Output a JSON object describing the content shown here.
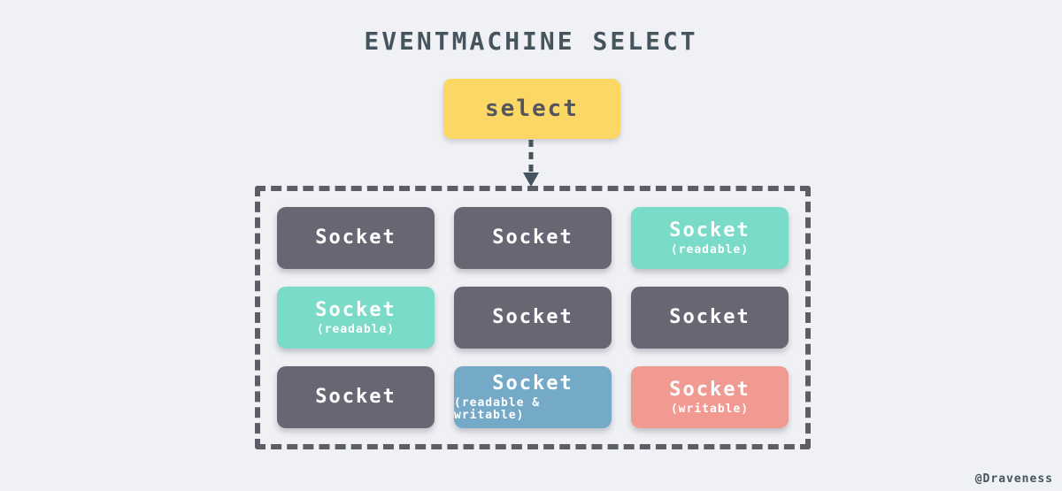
{
  "page": {
    "title": "EVENTMACHINE SELECT",
    "watermark": "@Draveness"
  },
  "select_box": {
    "label": "select"
  },
  "colors": {
    "background": "#eff1f4",
    "ink": "#46545e",
    "select_bg": "#fbd765",
    "select_text": "#55555e",
    "gray": "#696674",
    "teal": "#79dbc8",
    "blue": "#74a9c7",
    "red": "#f09a92",
    "border": "#5d5d68",
    "box_text": "#ffffff"
  },
  "sockets": [
    {
      "label": "Socket",
      "sublabel": "",
      "variant": "gray"
    },
    {
      "label": "Socket",
      "sublabel": "",
      "variant": "gray"
    },
    {
      "label": "Socket",
      "sublabel": "(readable)",
      "variant": "teal"
    },
    {
      "label": "Socket",
      "sublabel": "(readable)",
      "variant": "teal"
    },
    {
      "label": "Socket",
      "sublabel": "",
      "variant": "gray"
    },
    {
      "label": "Socket",
      "sublabel": "",
      "variant": "gray"
    },
    {
      "label": "Socket",
      "sublabel": "",
      "variant": "gray"
    },
    {
      "label": "Socket",
      "sublabel": "(readable & writable)",
      "variant": "blue"
    },
    {
      "label": "Socket",
      "sublabel": "(writable)",
      "variant": "red"
    }
  ]
}
